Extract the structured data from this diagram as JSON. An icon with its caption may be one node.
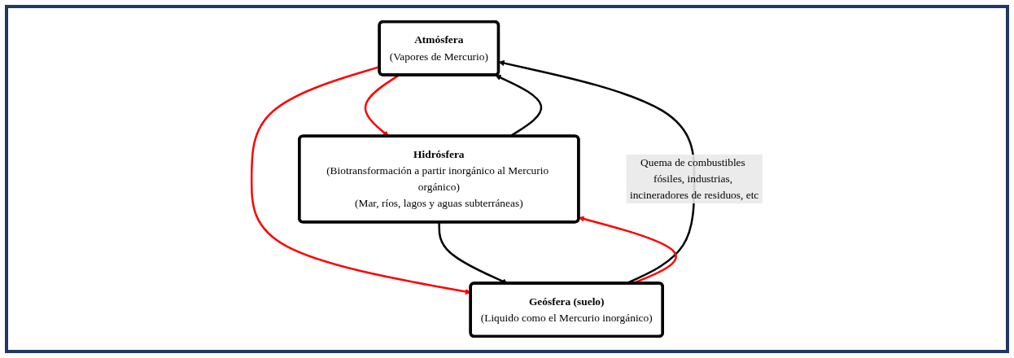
{
  "diagram": {
    "nodes": [
      {
        "text": [
          "Atmósfera",
          "(Vapores de Mercurio)"
        ]
      },
      {
        "text": [
          "Hidrósfera",
          "(Biotransformación a partir inorgánico al Mercurio orgánico)",
          "(Mar, ríos, lagos y aguas subterráneas)"
        ]
      },
      {
        "text": [
          "Geósfera (suelo)",
          "(Liquido como el Mercurio inorgánico)"
        ]
      }
    ],
    "edges": [
      {
        "from": 1,
        "to": 0,
        "arrow": "to"
      },
      {
        "from": 0,
        "to": 1,
        "arrow": "to",
        "color": "#ff0000"
      },
      {
        "from": 2,
        "to": 0,
        "arrow": "to",
        "label": "Quema de combustibles fósiles, industrias, incineradores de residuos, etc"
      },
      {
        "from": 0,
        "to": 2,
        "arrow": "to",
        "color": "#ff0000"
      },
      {
        "from": 1,
        "to": 2,
        "arrow": "to"
      },
      {
        "from": 2,
        "to": 1,
        "arrow": "to",
        "color": "#ff0000"
      }
    ]
  }
}
